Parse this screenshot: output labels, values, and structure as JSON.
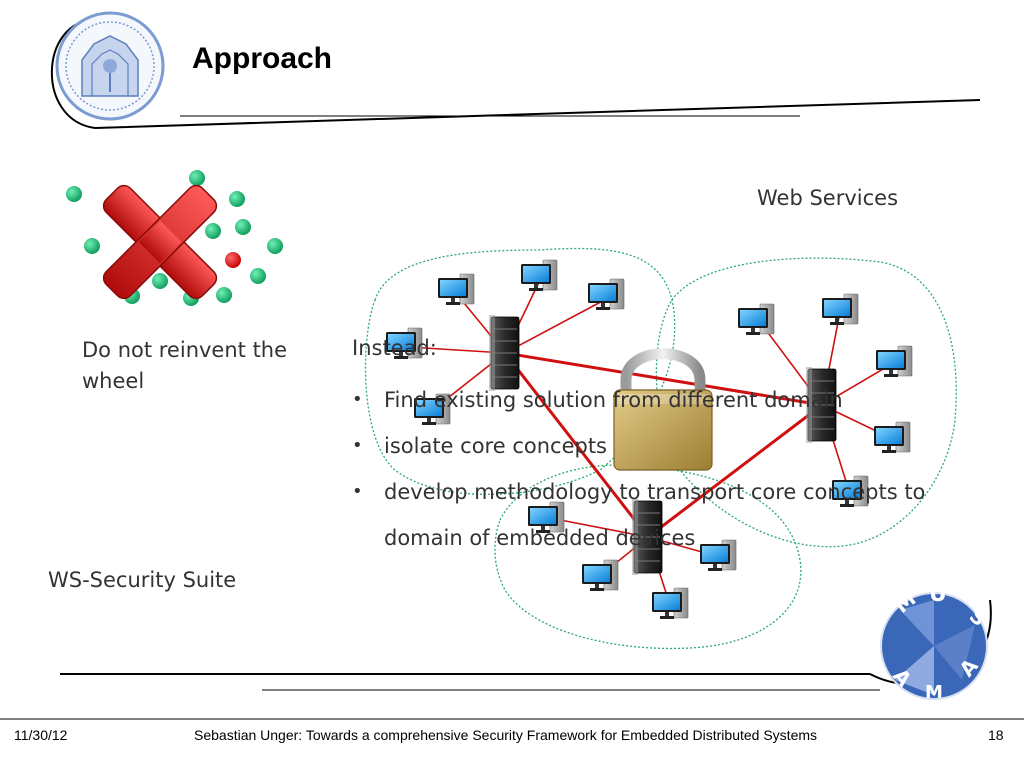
{
  "slide": {
    "title": "Approach",
    "wheel_label": "Do not reinvent the wheel",
    "suite_label": "WS-Security Suite",
    "web_services_label": "Web Services",
    "instead_label": "Instead:",
    "bullets": [
      "Find existing solution from different domain",
      "isolate core concepts",
      "develop methodology to transport core concepts to domain of embedded devices"
    ]
  },
  "footer": {
    "date": "11/30/12",
    "text": "Sebastian Unger: Towards a comprehensive Security Framework for Embedded Distributed Systems",
    "page": "18"
  },
  "logo_text": [
    "M",
    "U",
    "S",
    "A",
    "M",
    "A"
  ],
  "colors": {
    "node_green": "#1aaa6a",
    "node_red": "#e00000",
    "cross_red": "#d42020",
    "link_red": "#d01010",
    "cluster_outline": "#2aa876",
    "monitor_blue": "#1e90ff",
    "lock_gold": "#c8a64e",
    "logo_blue": "#2f5aa8"
  }
}
